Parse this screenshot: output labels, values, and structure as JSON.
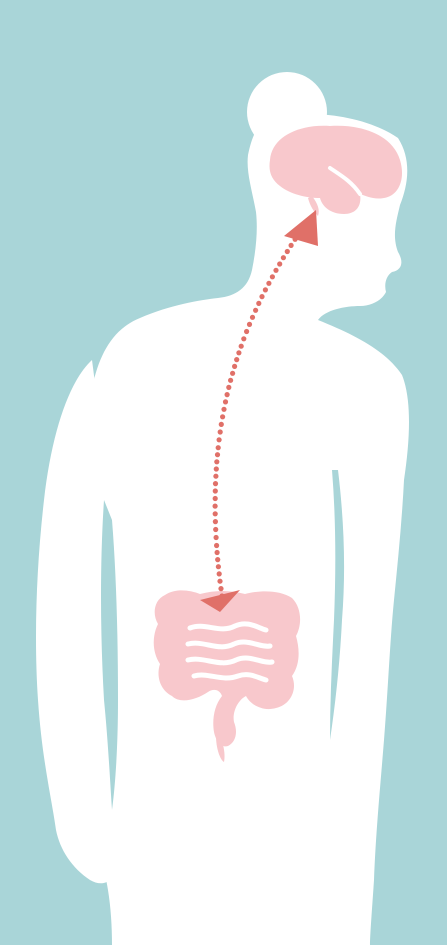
{
  "colors": {
    "background": "#a9d5d8",
    "silhouette": "#ffffff",
    "brain": "#f8c8cc",
    "brain_fold": "#ffffff",
    "intestine": "#f8c8cc",
    "intestine_inner": "#ffffff",
    "connection": "#e07068"
  },
  "illustration": {
    "subject": "woman-silhouette",
    "organs": [
      "brain",
      "intestines"
    ],
    "connection_style": "dotted-arrow-both-ends"
  }
}
